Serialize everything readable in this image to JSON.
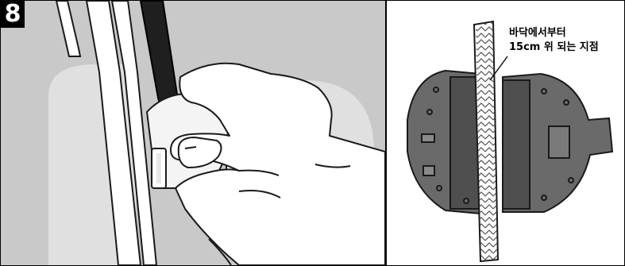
{
  "step_number": "8",
  "callout": {
    "line1": "바닥에서부터",
    "line2": "15cm 위 되는 지점"
  },
  "colors": {
    "left_background": "#c9c9c9",
    "outline": "#1a1a1a",
    "part_dark": "#5a5a5a",
    "part_mid": "#6e6e6e",
    "watermark": "#e6e6e6"
  }
}
